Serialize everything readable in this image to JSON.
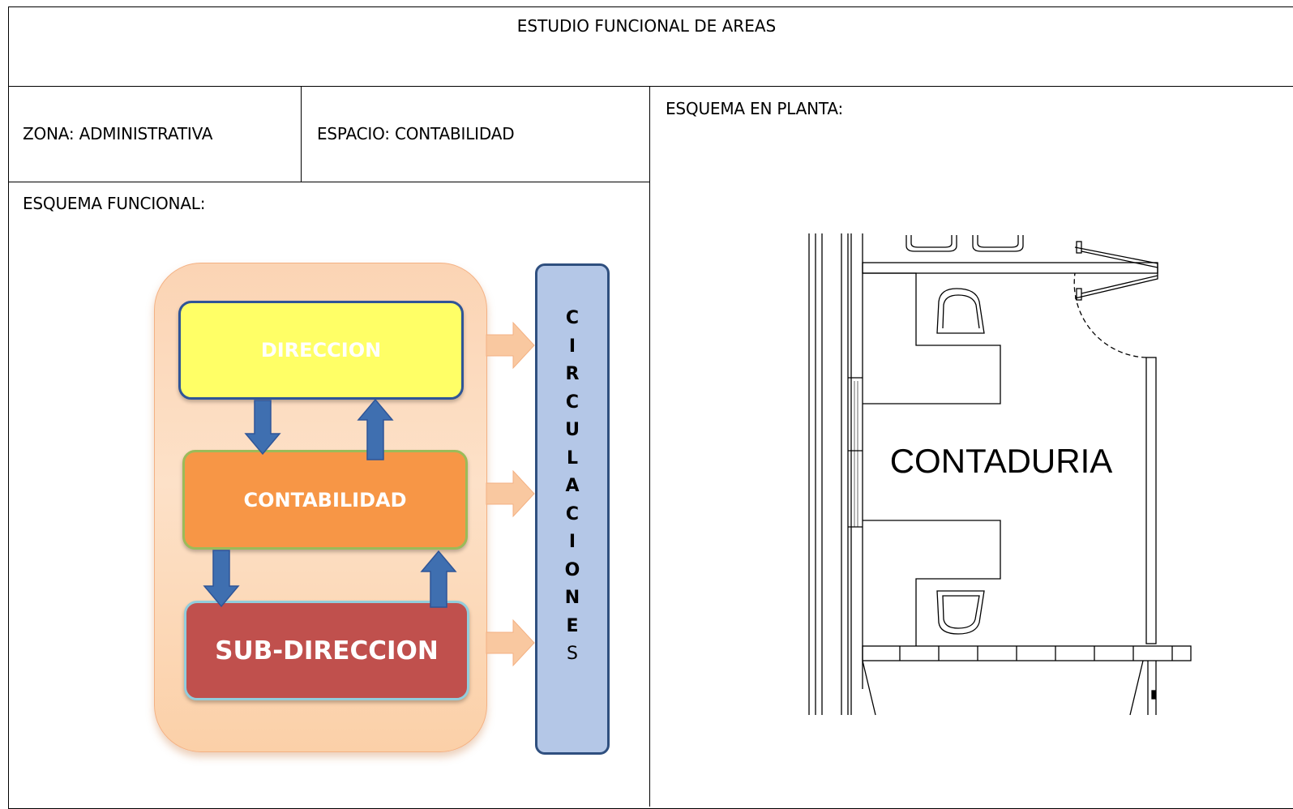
{
  "title": "ESTUDIO FUNCIONAL DE AREAS",
  "zona": "ZONA: ADMINISTRATIVA",
  "espacio": "ESPACIO: CONTABILIDAD",
  "esquema_funcional": "ESQUEMA FUNCIONAL:",
  "esquema_planta": "ESQUEMA EN PLANTA:",
  "diagram": {
    "direccion": "DIRECCION",
    "contabilidad": "CONTABILIDAD",
    "subdireccion": "SUB-DIRECCION",
    "circulaciones": [
      "C",
      "I",
      "R",
      "C",
      "U",
      "L",
      "A",
      "C",
      "I",
      "O",
      "N",
      "E",
      "S"
    ]
  },
  "plan": {
    "room_label": "CONTADURIA"
  },
  "colors": {
    "direccion": "#ffff66",
    "contabilidad": "#f79646",
    "subdireccion": "#c0504d",
    "circulaciones": "#b4c7e7",
    "group": "#fbd4b4",
    "flow_arrow": "#3f6fb0",
    "exit_arrow": "#f9c8a0"
  }
}
